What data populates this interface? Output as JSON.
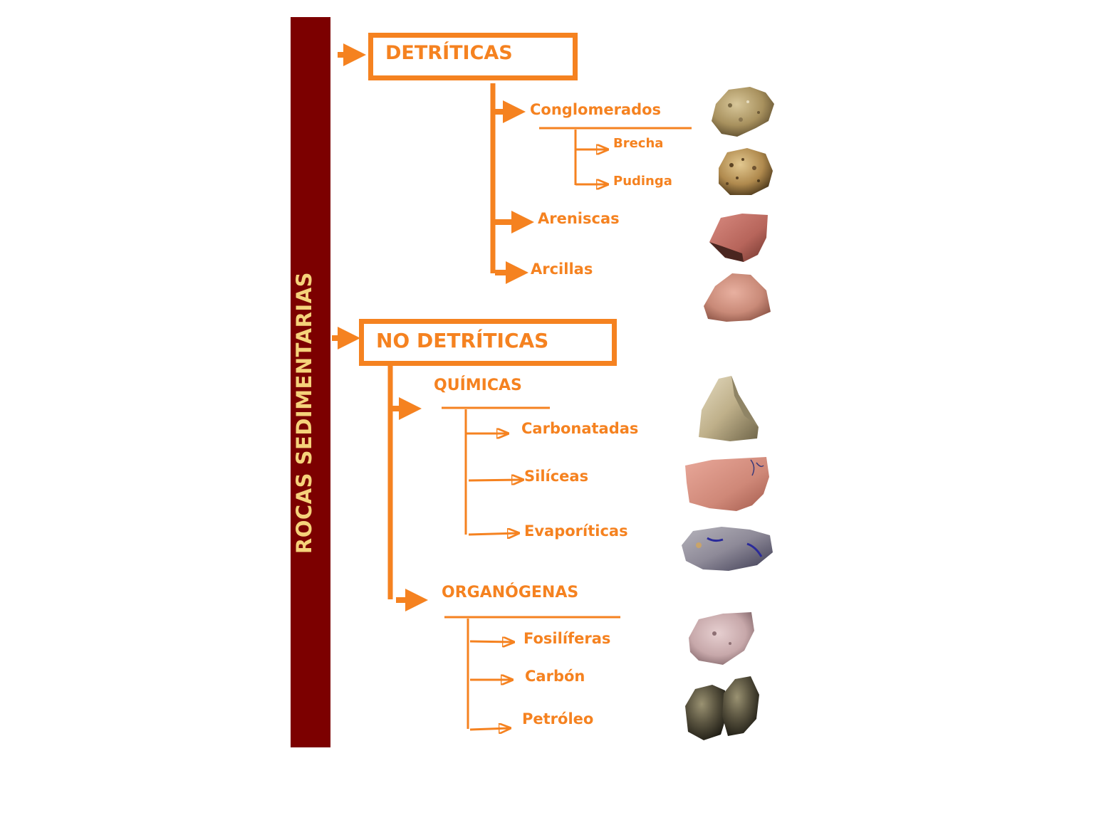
{
  "title": "ROCAS SEDIMENTARIAS",
  "colors": {
    "accent": "#f58220",
    "sidebar": "#7c0000",
    "title_text": "#f5d27a"
  },
  "detriticas": {
    "label": "DETRÍTICAS",
    "conglomerados": {
      "label": "Conglomerados",
      "brecha": "Brecha",
      "pudinga": "Pudinga"
    },
    "areniscas": "Areniscas",
    "arcillas": "Arcillas"
  },
  "no_detriticas": {
    "label": "NO DETRÍTICAS",
    "quimicas": {
      "label": "QUÍMICAS",
      "carbonatadas": "Carbonatadas",
      "siliceas": "Silíceas",
      "evaporiticas": "Evaporíticas"
    },
    "organogenas": {
      "label": "ORGANÓGENAS",
      "fosiliferas": "Fosilíferas",
      "carbon": "Carbón",
      "petroleo": "Petróleo"
    }
  },
  "rock_images": [
    "conglomerate-rock",
    "breccia-rock",
    "sandstone-rock",
    "clay-rock",
    "limestone-rock",
    "chert-rock",
    "evaporite-rock",
    "fossil-rock",
    "coal-rock"
  ]
}
